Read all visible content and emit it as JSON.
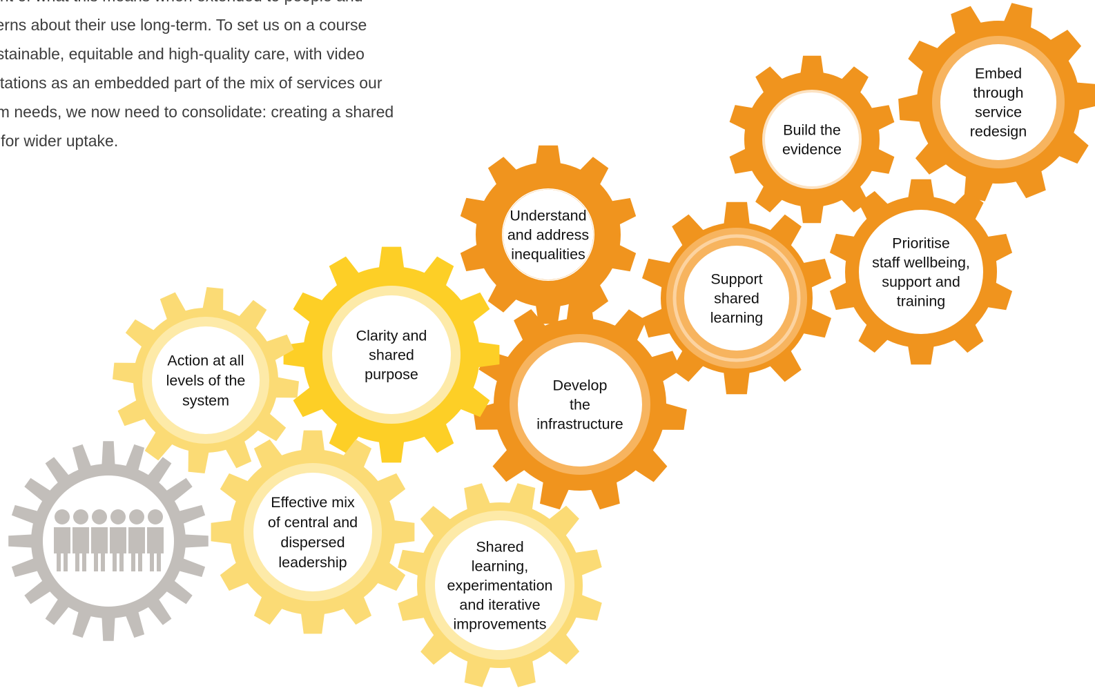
{
  "intro": {
    "lines": [
      "ight of what this means when extended to people and",
      "cerns about their use long-term. To set us on a course",
      "ustainable, equitable and high-quality care, with video",
      "ultations as an embedded part of the mix of services our",
      "em needs, we now need to consolidate: creating a shared",
      "n for wider uptake."
    ]
  },
  "colors": {
    "gold": "#FBDB75",
    "gold_ring": "#FDEAA8",
    "yellow": "#FDCF26",
    "orange": "#F0941E",
    "orange_ring": "#F7B45F",
    "grey": "#C2BEBA"
  },
  "gears": [
    {
      "id": "action-levels",
      "lines": [
        "Action at all",
        "levels of the",
        "system"
      ]
    },
    {
      "id": "clarity-purpose",
      "lines": [
        "Clarity and",
        "shared",
        "purpose"
      ]
    },
    {
      "id": "understand-inequalities",
      "lines": [
        "Understand",
        "and address",
        "inequalities"
      ]
    },
    {
      "id": "develop-infrastructure",
      "lines": [
        "Develop",
        "the",
        "infrastructure"
      ]
    },
    {
      "id": "support-learning",
      "lines": [
        "Support",
        "shared",
        "learning"
      ]
    },
    {
      "id": "build-evidence",
      "lines": [
        "Build the",
        "evidence"
      ]
    },
    {
      "id": "prioritise-wellbeing",
      "lines": [
        "Prioritise",
        "staff wellbeing,",
        "support and",
        "training"
      ]
    },
    {
      "id": "embed-redesign",
      "lines": [
        "Embed",
        "through",
        "service",
        "redesign"
      ]
    },
    {
      "id": "effective-leadership",
      "lines": [
        "Effective mix",
        "of central and",
        "dispersed",
        "leadership"
      ]
    },
    {
      "id": "shared-experimentation",
      "lines": [
        "Shared",
        "learning,",
        "experimentation",
        "and iterative",
        "improvements"
      ]
    }
  ],
  "people_gear": {
    "icon": "people-icon"
  }
}
